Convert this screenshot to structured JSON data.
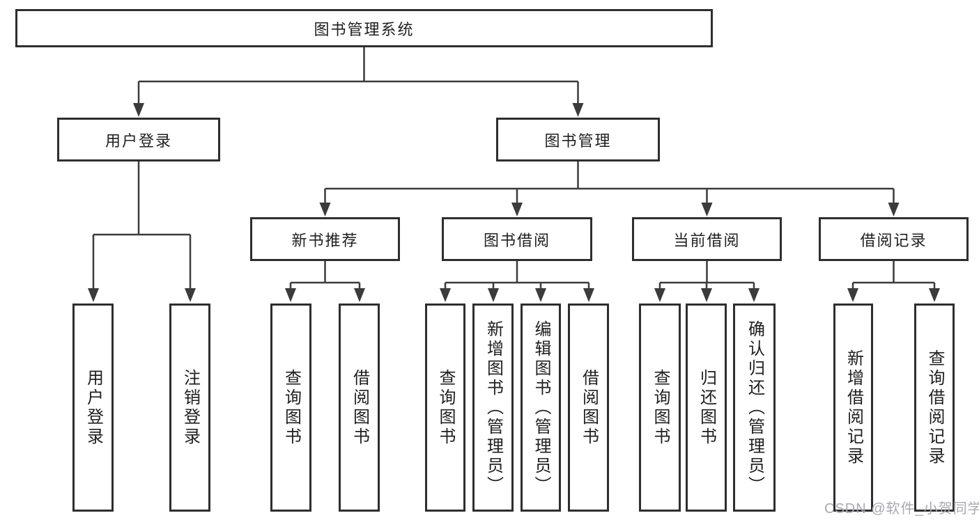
{
  "diagram": {
    "colors": {
      "box_border": "#2e2e2e",
      "connector": "#3b3b3b",
      "text": "#1f1f1f",
      "watermark": "#a9a9b0",
      "background": "#ffffff"
    },
    "root": {
      "label": "图书管理系统"
    },
    "login": {
      "label": "用户登录",
      "children": [
        {
          "label": "用户登录"
        },
        {
          "label": "注销登录"
        }
      ]
    },
    "management": {
      "label": "图书管理",
      "groups": [
        {
          "label": "新书推荐",
          "children": [
            {
              "label": "查询图书"
            },
            {
              "label": "借阅图书"
            }
          ]
        },
        {
          "label": "图书借阅",
          "children": [
            {
              "label": "查询图书"
            },
            {
              "label": "新增图书（管理员）"
            },
            {
              "label": "编辑图书（管理员）"
            },
            {
              "label": "借阅图书"
            }
          ]
        },
        {
          "label": "当前借阅",
          "children": [
            {
              "label": "查询图书"
            },
            {
              "label": "归还图书"
            },
            {
              "label": "确认归还（管理员）"
            }
          ]
        },
        {
          "label": "借阅记录",
          "children": [
            {
              "label": "新增借阅记录"
            },
            {
              "label": "查询借阅记录"
            }
          ]
        }
      ]
    },
    "watermark": "CSDN @软件_小贺同学"
  }
}
